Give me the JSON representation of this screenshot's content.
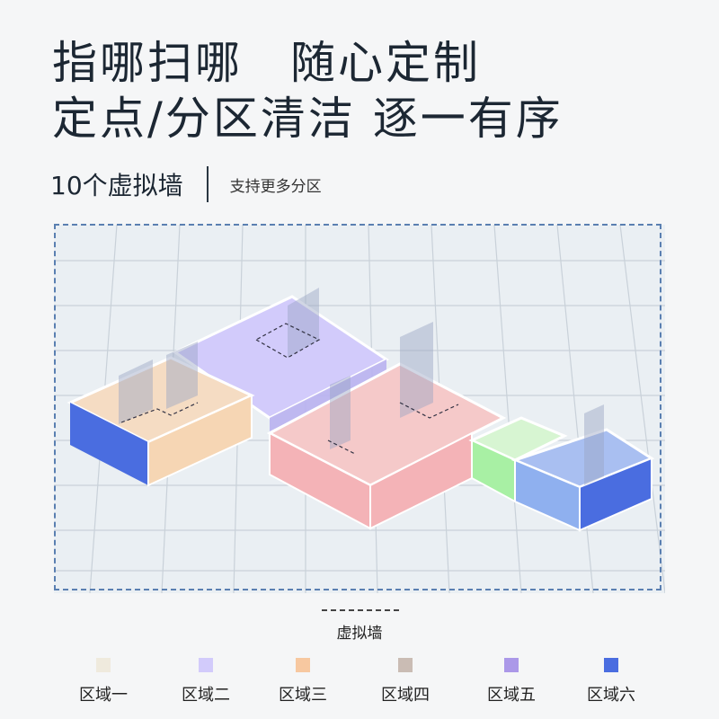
{
  "headline": {
    "line1": "指哪扫哪　随心定制",
    "line2": "定点/分区清洁 逐一有序"
  },
  "subheading": {
    "title": "10个虚拟墙",
    "note": "支持更多分区"
  },
  "map": {
    "border_color": "#5a7fb1",
    "virtual_wall_color": "#7f8ba6"
  },
  "legend": {
    "wall_label": "虚拟墙",
    "zones": [
      {
        "label": "区域一",
        "color": "#efeadd"
      },
      {
        "label": "区域二",
        "color": "#d2cbfb"
      },
      {
        "label": "区域三",
        "color": "#f7c8a0"
      },
      {
        "label": "区域四",
        "color": "#cabcb4"
      },
      {
        "label": "区域五",
        "color": "#ab98e8"
      },
      {
        "label": "区域六",
        "color": "#4a6de0"
      }
    ]
  }
}
